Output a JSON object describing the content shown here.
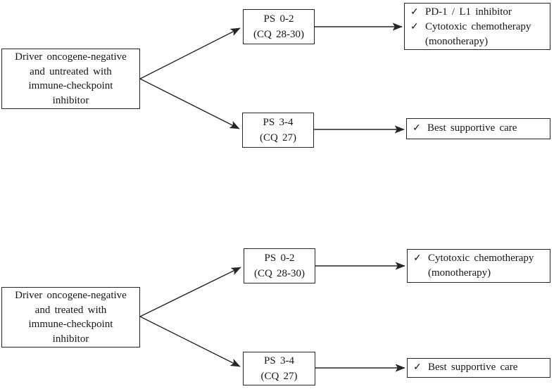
{
  "colors": {
    "line": "#262626",
    "box_border": "#262626",
    "background": "#ffffff",
    "text": "#161616"
  },
  "icons": {
    "check": "✓"
  },
  "flows": [
    {
      "name": "untreated-with-ici",
      "root_lines": [
        "Driver oncogene-negative",
        "and untreated with",
        "immune-checkpoint",
        "inhibitor"
      ],
      "branches": [
        {
          "ps": "PS 0-2",
          "cq": "(CQ 28-30)",
          "outcomes": [
            {
              "text": "PD-1 / L1 inhibitor",
              "sub": ""
            },
            {
              "text": "Cytotoxic chemotherapy",
              "sub": "(monotherapy)"
            }
          ]
        },
        {
          "ps": "PS 3-4",
          "cq": "(CQ 27)",
          "outcomes": [
            {
              "text": "Best supportive care",
              "sub": ""
            }
          ]
        }
      ]
    },
    {
      "name": "treated-with-ici",
      "root_lines": [
        "Driver oncogene-negative",
        "and treated with",
        "immune-checkpoint",
        "inhibitor"
      ],
      "branches": [
        {
          "ps": "PS 0-2",
          "cq": "(CQ 28-30)",
          "outcomes": [
            {
              "text": "Cytotoxic chemotherapy",
              "sub": "(monotherapy)"
            }
          ]
        },
        {
          "ps": "PS 3-4",
          "cq": "(CQ 27)",
          "outcomes": [
            {
              "text": "Best supportive care",
              "sub": ""
            }
          ]
        }
      ]
    }
  ]
}
